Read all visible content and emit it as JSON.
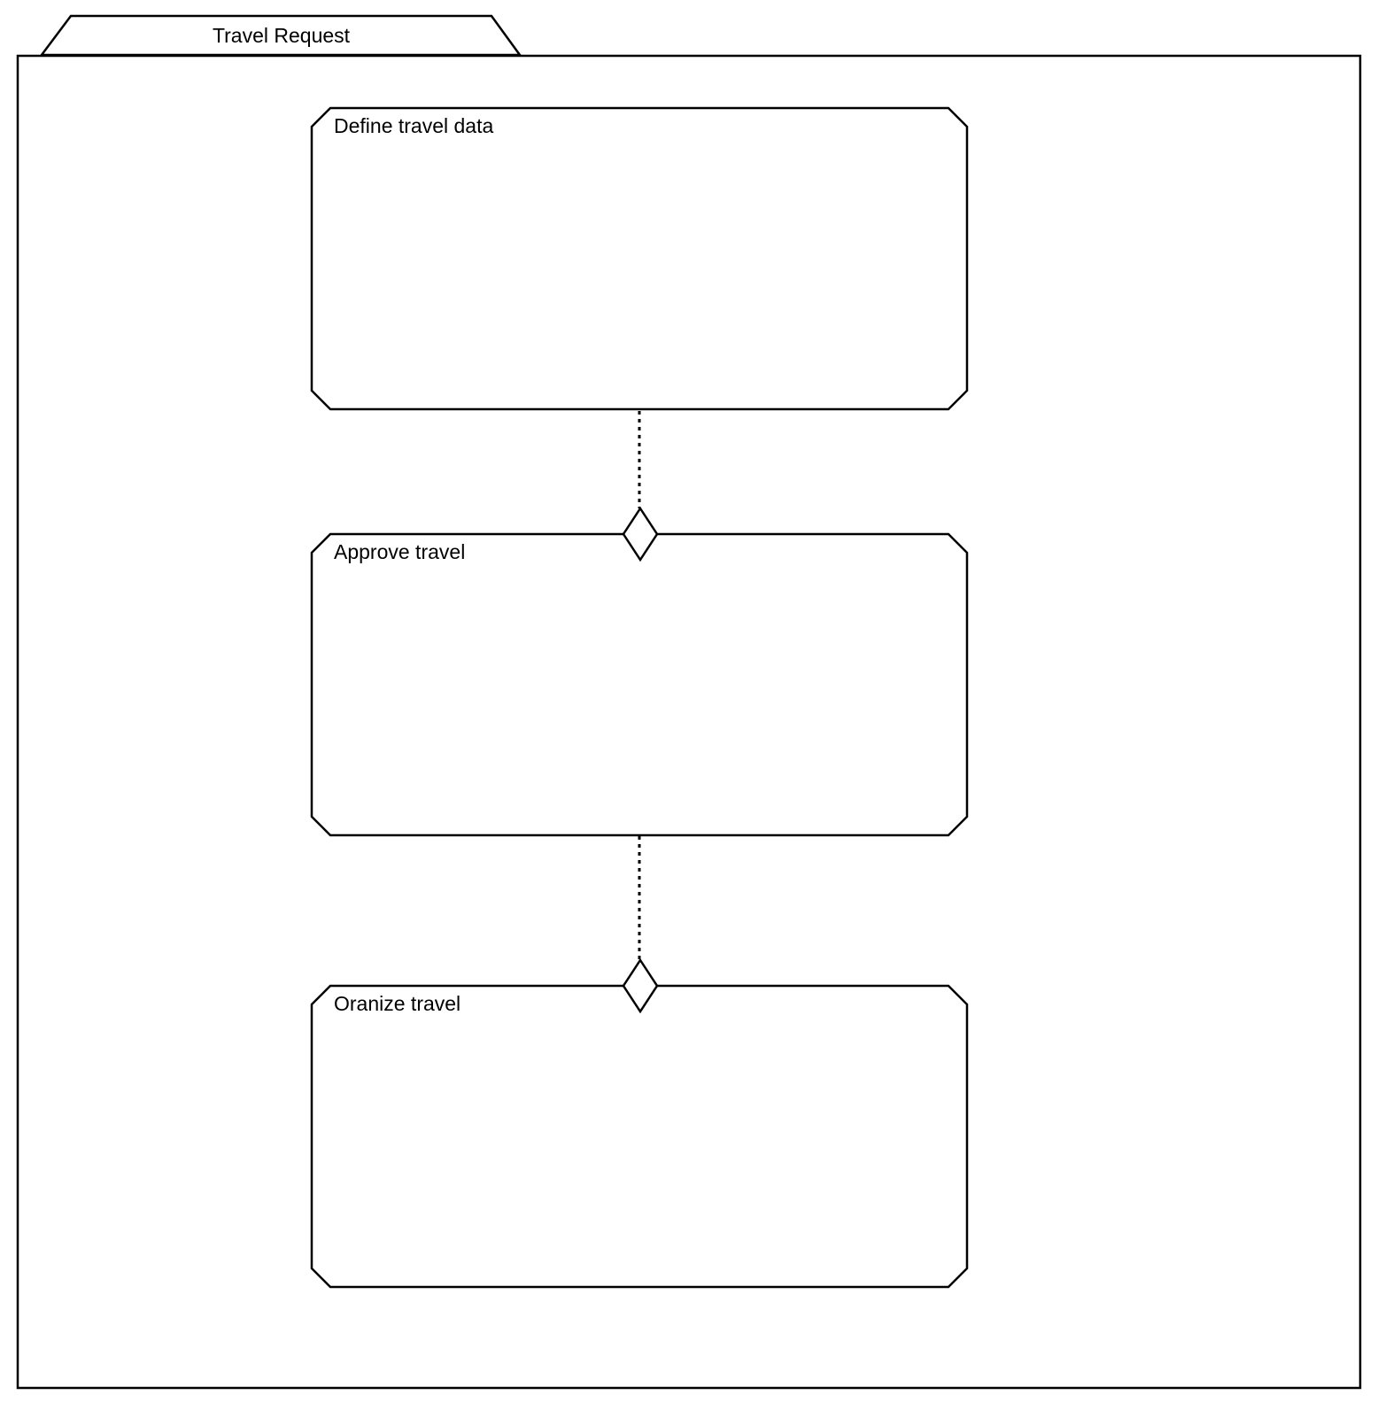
{
  "frame": {
    "title": "Travel Request"
  },
  "nodes": [
    {
      "label": "Define travel data"
    },
    {
      "label": "Approve travel"
    },
    {
      "label": "Oranize travel"
    }
  ],
  "connectors": [
    {
      "from": "Define travel data",
      "to": "Approve travel",
      "type": "dashed-line-hollow-diamond"
    },
    {
      "from": "Approve travel",
      "to": "Oranize travel",
      "type": "dashed-line-hollow-diamond"
    }
  ],
  "colors": {
    "stroke": "#000000",
    "fill": "#ffffff",
    "background": "#ffffff"
  }
}
